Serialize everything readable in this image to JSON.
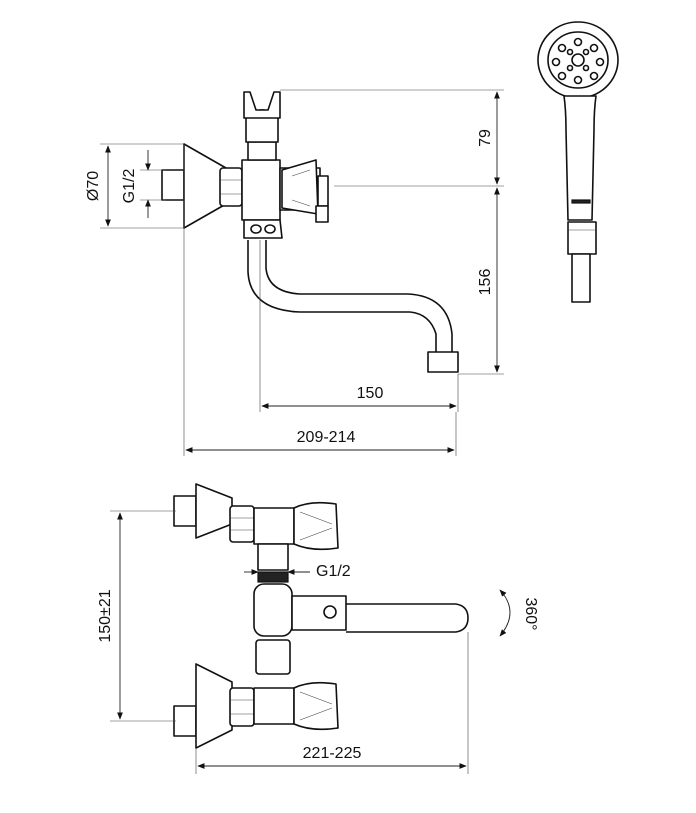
{
  "side_view": {
    "dim_diameter": "Ø70",
    "dim_thread": "G1/2",
    "dim_height_top": "79",
    "dim_height_bottom": "156",
    "dim_spout_reach": "150",
    "dim_total_depth": "209-214"
  },
  "front_view": {
    "dim_thread": "G1/2",
    "dim_center_distance": "150±21",
    "dim_rotation": "360°",
    "dim_total_width": "221-225"
  },
  "colors": {
    "line": "#111111",
    "background": "#ffffff"
  }
}
